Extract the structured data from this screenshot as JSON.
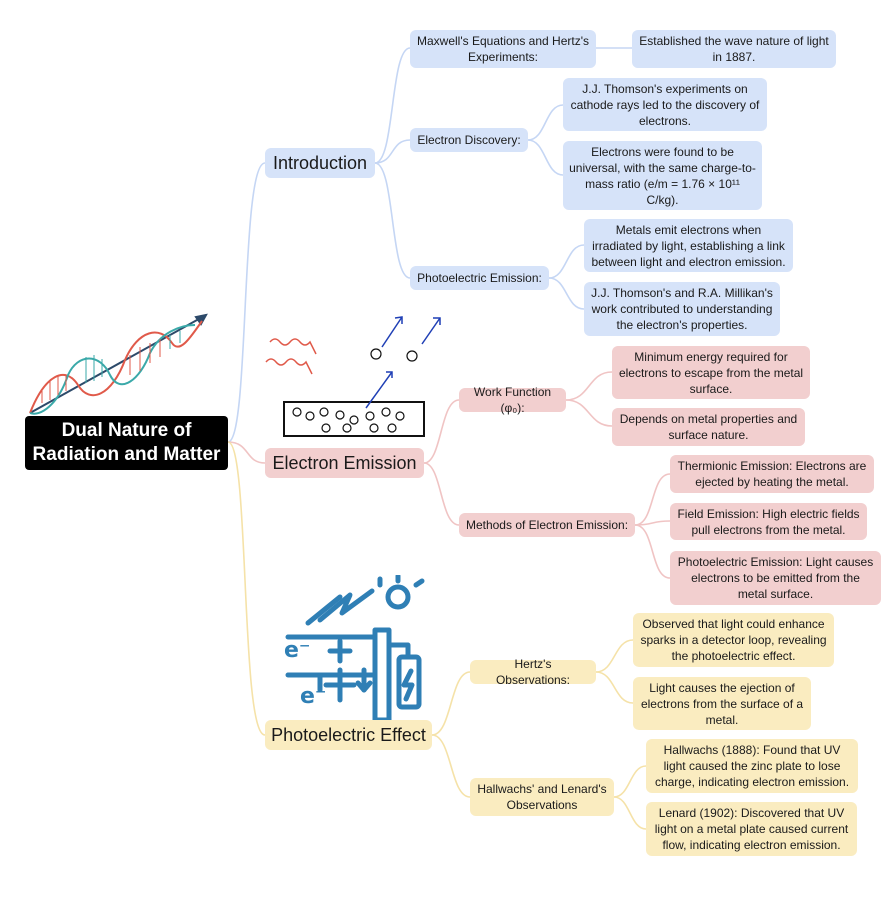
{
  "root": {
    "line1": "Dual Nature of",
    "line2": "Radiation and Matter"
  },
  "introduction": {
    "label": "Introduction",
    "maxwell": {
      "label": "Maxwell's Equations and Hertz's Experiments:",
      "detail": "Established the wave nature of light in 1887."
    },
    "electron_discovery": {
      "label": "Electron Discovery:",
      "details": [
        "J.J. Thomson's experiments on cathode rays led to the discovery of electrons.",
        "Electrons were found to be universal, with the same charge-to-mass ratio (e/m = 1.76 × 10¹¹ C/kg)."
      ]
    },
    "photoelectric_emission": {
      "label": "Photoelectric Emission:",
      "details": [
        "Metals emit electrons when irradiated by light, establishing a link between light and electron emission.",
        "J.J. Thomson's and R.A. Millikan's work contributed to understanding the electron's properties."
      ]
    }
  },
  "electron_emission": {
    "label": "Electron Emission",
    "work_function": {
      "label": "Work Function (φ₀):",
      "details": [
        "Minimum energy required for electrons to escape from the metal surface.",
        "Depends on metal properties and surface nature."
      ]
    },
    "methods": {
      "label": "Methods of Electron Emission:",
      "details": [
        "Thermionic Emission: Electrons are ejected by heating the metal.",
        "Field Emission: High electric fields pull electrons from the metal.",
        "Photoelectric Emission: Light causes electrons to be emitted from the metal surface."
      ]
    }
  },
  "photoelectric_effect": {
    "label": "Photoelectric Effect",
    "hertz": {
      "label": "Hertz's Observations:",
      "details": [
        "Observed that light could enhance sparks in a detector loop, revealing the photoelectric effect.",
        "Light causes the ejection of electrons from the surface of a metal."
      ]
    },
    "hallwachs": {
      "label": "Hallwachs' and Lenard's Observations",
      "details": [
        "Hallwachs (1888): Found that UV light caused the zinc plate to lose charge, indicating electron emission.",
        "Lenard (1902): Discovered that UV light on a metal plate caused current flow, indicating electron emission."
      ]
    }
  },
  "colors": {
    "blue_branch": "#d6e3f9",
    "red_branch": "#f2cfcf",
    "yellow_branch": "#faecc0",
    "root": "#000000"
  },
  "illustrations": [
    "wave-icon",
    "electron-emission-icon",
    "photoelectric-cell-icon"
  ]
}
